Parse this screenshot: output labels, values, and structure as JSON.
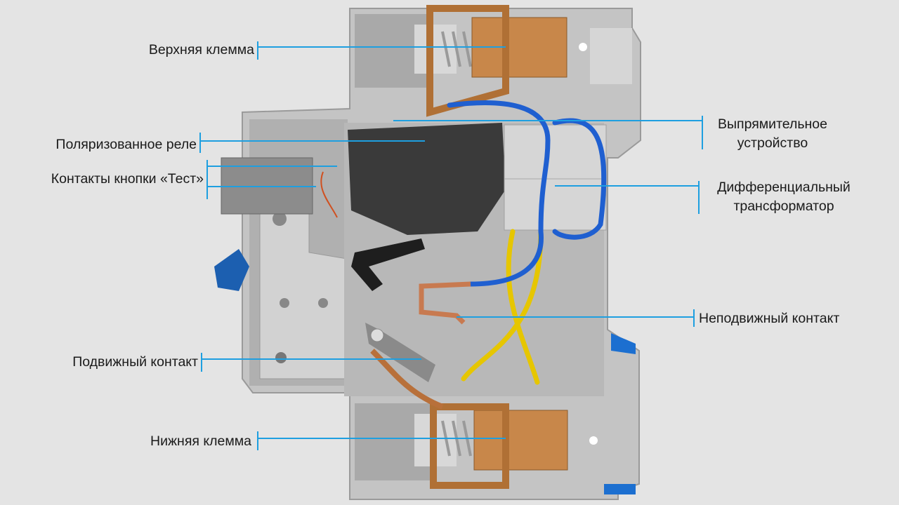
{
  "title": "Устройство УЗО в разрезе",
  "colors": {
    "background": "#e4e4e4",
    "leader_line": "#1e9fe0",
    "housing": "#bdbdbd",
    "copper": "#c8874a",
    "wire_blue": "#1f5fd0",
    "wire_yellow": "#e8c900"
  },
  "labels": {
    "upper_terminal": "Верхняя клемма",
    "polarized_relay": "Поляризованное реле",
    "test_button_contacts": "Контакты кнопки «Тест»",
    "moving_contact": "Подвижный контакт",
    "lower_terminal": "Нижняя клемма",
    "rectifier_line1": "Выпрямительное",
    "rectifier_line2": "устройство",
    "diff_transformer_line1": "Дифференциальный",
    "diff_transformer_line2": "трансформатор",
    "fixed_contact": "Неподвижный контакт"
  }
}
